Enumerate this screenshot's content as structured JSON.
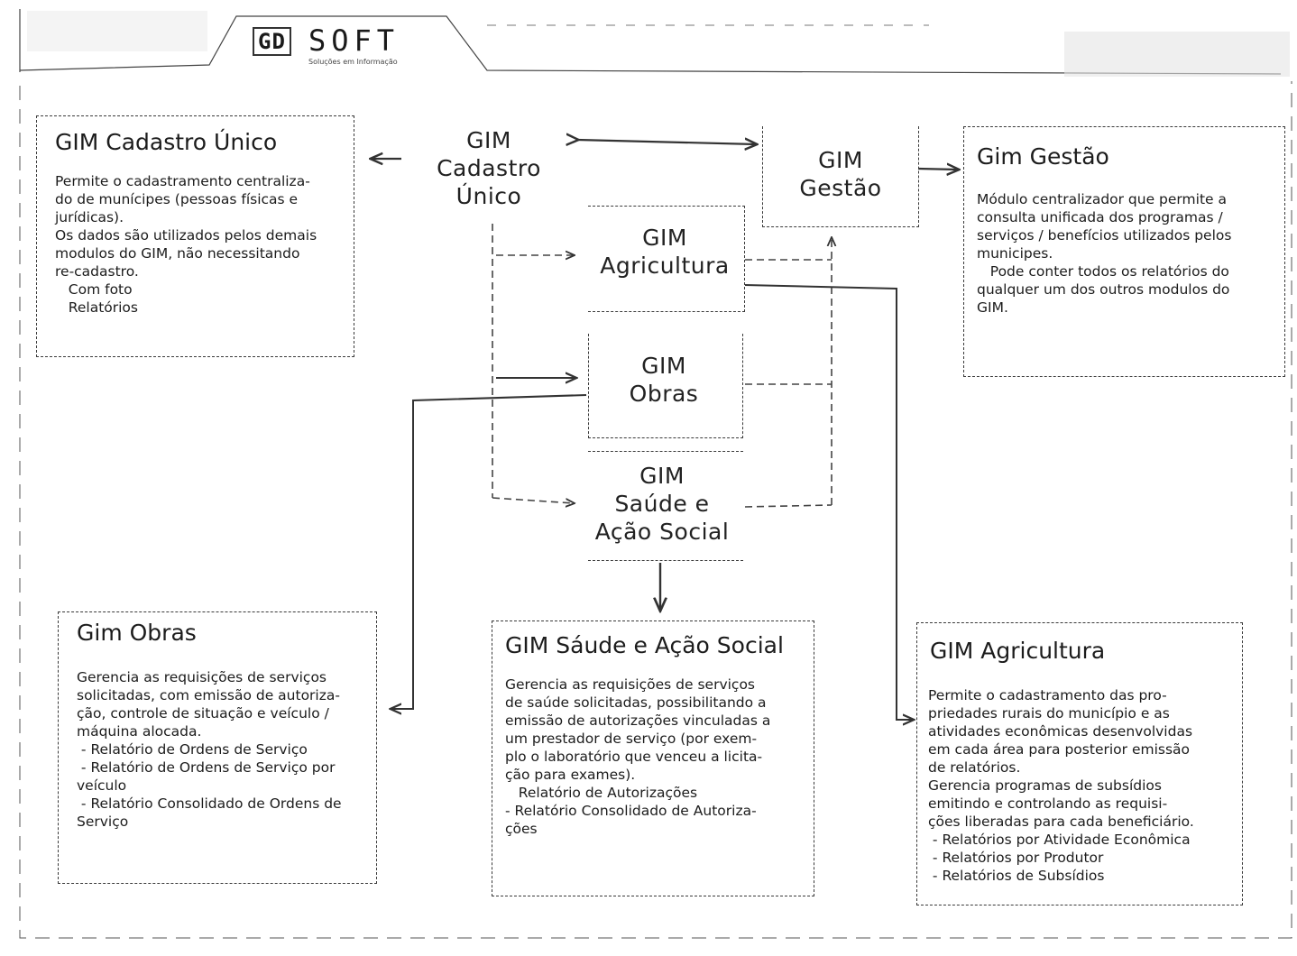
{
  "logo": {
    "mark": "GD",
    "name": "SOFT",
    "tagline": "Soluções em Informação"
  },
  "nodes": {
    "cadastro": [
      "GIM",
      "Cadastro",
      "Único"
    ],
    "gestao": [
      "GIM",
      "Gestão"
    ],
    "agricultura": [
      "GIM",
      "Agricultura"
    ],
    "obras": [
      "GIM",
      "Obras"
    ],
    "saude": [
      "GIM",
      "Saúde e",
      "Ação Social"
    ]
  },
  "panels": {
    "cadastro": {
      "title": "GIM Cadastro Único",
      "lines": [
        "Permite o cadastramento centraliza-",
        "do de munícipes (pessoas físicas e",
        "jurídicas).",
        "Os dados são utilizados pelos demais",
        "modulos do GIM, não necessitando",
        "re-cadastro.",
        "   Com foto",
        "   Relatórios"
      ]
    },
    "gestao": {
      "title": "Gim Gestão",
      "lines": [
        "Módulo centralizador que permite a",
        "consulta unificada dos programas /",
        "serviços / benefícios utilizados pelos",
        "municipes.",
        "   Pode conter todos os relatórios do",
        "qualquer um dos outros modulos do",
        "GIM."
      ]
    },
    "obras": {
      "title": "Gim Obras",
      "lines": [
        "Gerencia as requisições de serviços",
        "solicitadas, com emissão de autoriza-",
        "ção, controle de situação e veículo /",
        "máquina alocada.",
        " - Relatório de Ordens de Serviço",
        " - Relatório de Ordens de Serviço por",
        "veículo",
        " - Relatório Consolidado de Ordens de",
        "Serviço"
      ]
    },
    "saude": {
      "title": "GIM Sáude e Ação Social",
      "lines": [
        "Gerencia as requisições de serviços",
        "de saúde solicitadas, possibilitando a",
        "emissão de autorizações vinculadas a",
        "um prestador de serviço (por exem-",
        "plo o laboratório que venceu a licita-",
        "ção para exames).",
        "   Relatório de Autorizações",
        "- Relatório Consolidado de Autoriza-",
        "ções"
      ]
    },
    "agricultura": {
      "title": "GIM Agricultura",
      "lines": [
        "Permite o cadastramento das pro-",
        "priedades rurais do município e as",
        "atividades econômicas desenvolvidas",
        "em cada área para posterior emissão",
        "de relatórios.",
        "Gerencia programas de subsídios",
        "emitindo e controlando as requisi-",
        "ções liberadas para cada beneficiário.",
        " - Relatórios por Atividade Econômica",
        " - Relatórios por Produtor",
        " - Relatórios de Subsídios"
      ]
    }
  }
}
